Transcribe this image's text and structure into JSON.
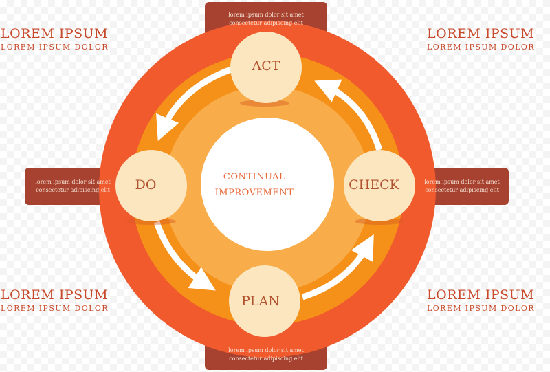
{
  "colors": {
    "outer_ring": "#f05a2d",
    "mid_ring": "#f59018",
    "inner_ring": "#f8ad4a",
    "node_fill": "#fce6c0",
    "tab_fill": "#a6422f",
    "label_text": "#b2532f",
    "center_text": "#e86a3a",
    "corner_text": "#c8482a"
  },
  "corners": {
    "top_left": {
      "title": "LOREM IPSUM",
      "subtitle": "LOREM IPSUM DOLOR"
    },
    "top_right": {
      "title": "LOREM IPSUM",
      "subtitle": "LOREM IPSUM DOLOR"
    },
    "bottom_left": {
      "title": "LOREM IPSUM",
      "subtitle": "LOREM IPSUM DOLOR"
    },
    "bottom_right": {
      "title": "LOREM IPSUM",
      "subtitle": "LOREM IPSUM DOLOR"
    }
  },
  "center": {
    "line1": "CONTINUAL",
    "line2": "IMPROVEMENT"
  },
  "nodes": {
    "act": "ACT",
    "do": "DO",
    "check": "CHECK",
    "plan": "PLAN"
  },
  "notes": {
    "top": {
      "line1": "lorem ipsum dolor sit amet",
      "line2": "consectetur adipiscing elit"
    },
    "left": {
      "line1": "lorem ipsum dolor sit amet",
      "line2": "consectetur adipiscing elit"
    },
    "right": {
      "line1": "lorem ipsum dolor sit amet",
      "line2": "consectetur adipiscing elit"
    },
    "bottom": {
      "line1": "lorem ipsum dolor sit amet",
      "line2": "consectetur adipiscing elit"
    }
  }
}
